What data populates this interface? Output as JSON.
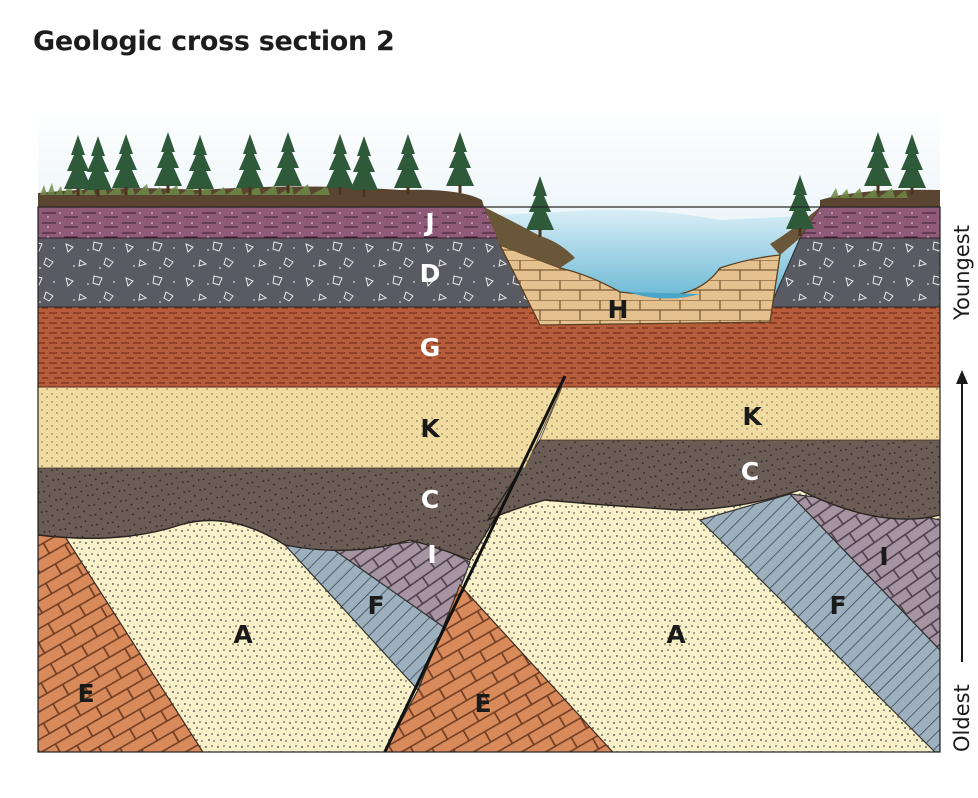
{
  "title": "Geologic cross section 2",
  "age_axis": {
    "top": "Youngest",
    "bottom": "Oldest"
  },
  "labels": {
    "J": "J",
    "D": "D",
    "G": "G",
    "H": "H",
    "K_left": "K",
    "K_right": "K",
    "C_left": "C",
    "C_right": "C",
    "I_left": "I",
    "I_right": "I",
    "F_left": "F",
    "F_right": "F",
    "A_left": "A",
    "A_right": "A",
    "E_left": "E",
    "E_right": "E"
  },
  "colors": {
    "J": "#8e5a78",
    "D": "#5a5a62",
    "G": "#b65d3c",
    "H": "#e6c190",
    "K": "#f0dca0",
    "C": "#6b5d56",
    "I": "#a694a2",
    "F": "#9cb0bd",
    "A": "#f8f0c8",
    "E": "#d98a5a",
    "water": "#7ec6dc"
  }
}
